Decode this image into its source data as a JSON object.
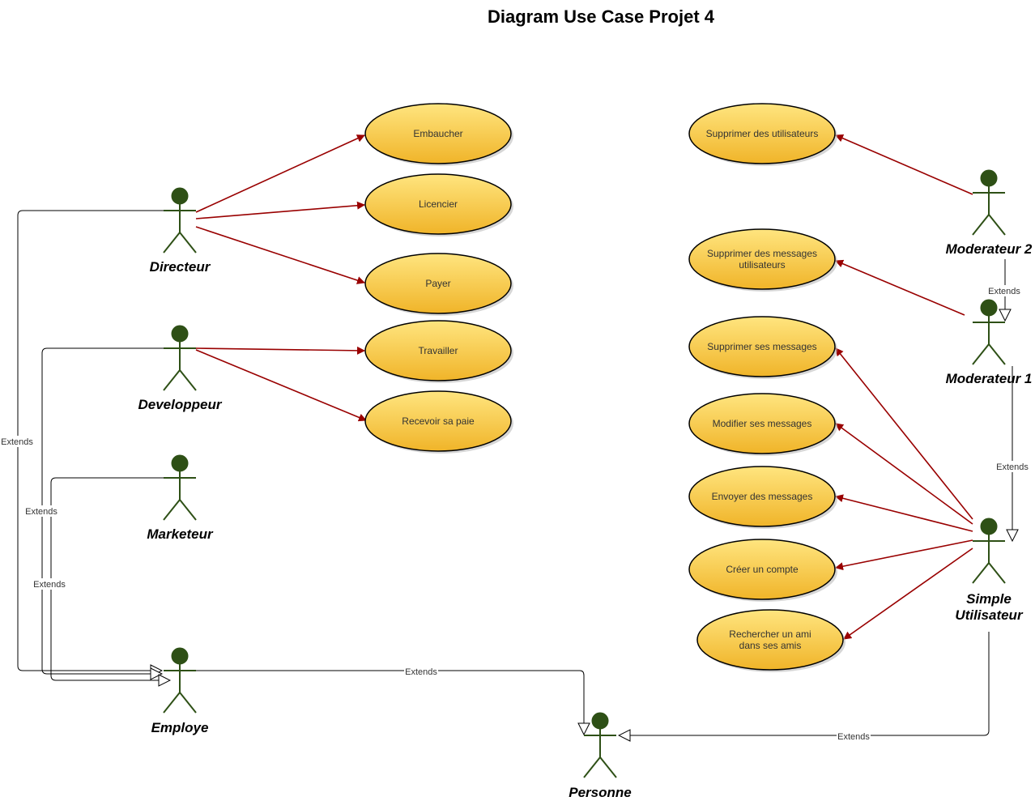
{
  "title": "Diagram Use Case Projet 4",
  "colors": {
    "usecase_fill_top": "#ffe57f",
    "usecase_fill_bottom": "#f0b429",
    "usecase_stroke": "#000000",
    "actor_color": "#2e5016",
    "association_color": "#990000",
    "extends_color": "#000000"
  },
  "actors": {
    "directeur": "Directeur",
    "developpeur": "Developpeur",
    "marketeur": "Marketeur",
    "employe": "Employe",
    "personne": "Personne",
    "moderateur2": "Moderateur 2",
    "moderateur1": "Moderateur 1",
    "simple_utilisateur": [
      "Simple",
      "Utilisateur"
    ]
  },
  "use_cases": {
    "embaucher": [
      "Embaucher"
    ],
    "licencier": [
      "Licencier"
    ],
    "payer": [
      "Payer"
    ],
    "travailler": [
      "Travailler"
    ],
    "recevoir": [
      "Recevoir sa paie"
    ],
    "supprimer_utilisateurs": [
      "Supprimer des utilisateurs"
    ],
    "supprimer_messages_utilisateurs": [
      "Supprimer des messages",
      "utilisateurs"
    ],
    "supprimer_ses_messages": [
      "Supprimer ses messages"
    ],
    "modifier_messages": [
      "Modifier ses messages"
    ],
    "envoyer_messages": [
      "Envoyer des messages"
    ],
    "creer_compte": [
      "Créer un compte"
    ],
    "rechercher_ami": [
      "Rechercher un ami",
      "dans ses amis"
    ]
  },
  "extends_label": "Extends"
}
